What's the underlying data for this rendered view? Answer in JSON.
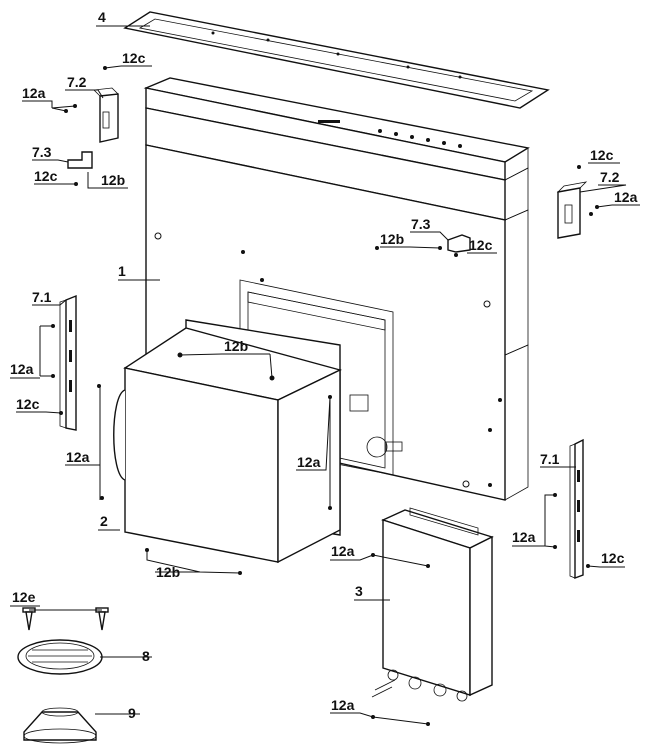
{
  "labels": {
    "p4": "4",
    "p12c_top": "12c",
    "p7_2_left": "7.2",
    "p12a_left_top": "12a",
    "p7_3_left": "7.3",
    "p12c_left_mid": "12c",
    "p12b_left_mid": "12b",
    "p12c_right_top": "12c",
    "p7_2_right": "7.2",
    "p12a_right_top": "12a",
    "p7_3_mid": "7.3",
    "p12b_mid": "12b",
    "p12c_mid": "12c",
    "p1": "1",
    "p7_1_left": "7.1",
    "p12b_box": "12b",
    "p12a_rail_left": "12a",
    "p12c_rail_left": "12c",
    "p12a_box_left": "12a",
    "p12a_box_right": "12a",
    "p2": "2",
    "p12b_bottom": "12b",
    "p7_1_right": "7.1",
    "p12a_rail_right": "12a",
    "p12c_rail_right": "12c",
    "p12a_ctrl_top": "12a",
    "p3": "3",
    "p12e": "12e",
    "p8": "8",
    "p9": "9",
    "p12a_ctrl_bottom": "12a"
  }
}
